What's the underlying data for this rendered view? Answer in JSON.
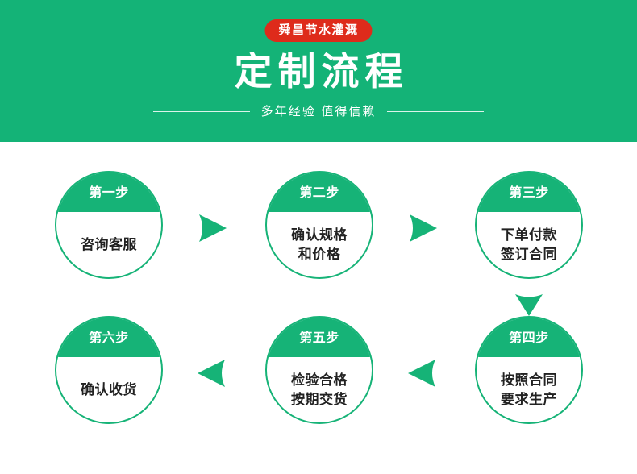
{
  "header": {
    "badge": "舜昌节水灌溉",
    "title": "定制流程",
    "subtitle": "多年经验 值得信赖",
    "background_color": "#14b377",
    "badge_color": "#de2b1b"
  },
  "flow": {
    "accent_color": "#16b377",
    "text_color": "#222222",
    "steps": [
      {
        "cap": "第一步",
        "lines": [
          "咨询客服"
        ]
      },
      {
        "cap": "第二步",
        "lines": [
          "确认规格",
          "和价格"
        ]
      },
      {
        "cap": "第三步",
        "lines": [
          "下单付款",
          "签订合同"
        ]
      },
      {
        "cap": "第四步",
        "lines": [
          "按照合同",
          "要求生产"
        ]
      },
      {
        "cap": "第五步",
        "lines": [
          "检验合格",
          "按期交货"
        ]
      },
      {
        "cap": "第六步",
        "lines": [
          "确认收货"
        ]
      }
    ],
    "arrows": [
      {
        "name": "arrow-step1-to-step2",
        "direction": "right"
      },
      {
        "name": "arrow-step2-to-step3",
        "direction": "right"
      },
      {
        "name": "arrow-step3-to-step4",
        "direction": "down"
      },
      {
        "name": "arrow-step4-to-step5",
        "direction": "left"
      },
      {
        "name": "arrow-step5-to-step6",
        "direction": "left"
      }
    ]
  }
}
